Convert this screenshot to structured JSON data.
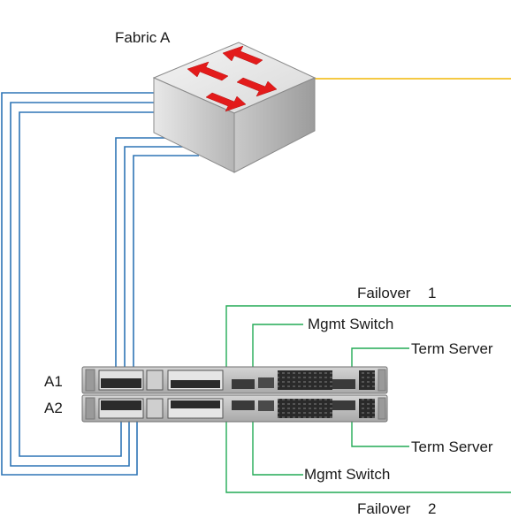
{
  "switch": {
    "label": "Fabric A"
  },
  "chassis": {
    "top_label": "A1",
    "bottom_label": "A2"
  },
  "callouts": {
    "failover_top": {
      "label": "Failover",
      "number": "1"
    },
    "mgmt_top": "Mgmt Switch",
    "term_top": "Term Server",
    "term_bottom": "Term Server",
    "mgmt_bottom": "Mgmt Switch",
    "failover_bottom": {
      "label": "Failover",
      "number": "2"
    }
  },
  "colors": {
    "fabric_links": "#2e75b6",
    "uplink": "#f2b705",
    "callout_lines": "#22aa55",
    "arrows": "#e31b1b",
    "chassis_body": "#bdbdbd"
  }
}
